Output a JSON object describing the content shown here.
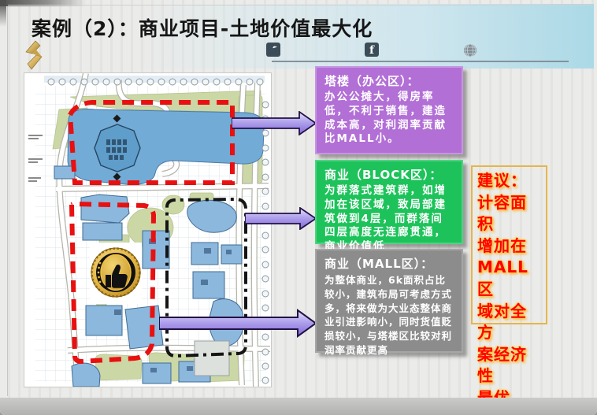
{
  "slide": {
    "title": "案例（2）：商业项目-土地价值最大化"
  },
  "header": {
    "facebook_glyph": "f",
    "icon_names": [
      "twitter-icon",
      "facebook-icon",
      "globe-icon"
    ],
    "divider_color": "#84929c"
  },
  "annotation_boxes": [
    {
      "id": "tower",
      "title": "塔楼（办公区）：",
      "body": "办公公摊大，得房率低，不利于销售，建造成本高，对利润率贡献比MALL小。",
      "bg_color": "#b26fd6"
    },
    {
      "id": "block",
      "title": "商业（BLOCK区）：",
      "body": "为群落式建筑群，如增加在该区域，致局部建筑做到4层，而群落间四层高度无连廊贯通，商业价值低",
      "bg_color": "#1dc35a"
    },
    {
      "id": "mall",
      "title": "商业（MALL区）：",
      "body": "为整体商业，6k面积占比较小，建筑布局可考虑方式多，将来做为大业态整体商业引进影响小，同时货值贬损较小，与塔楼区比较对利润率贡献更高",
      "bg_color": "#8c8c8c"
    }
  ],
  "suggestion": {
    "text": "建议：\n计容面积\n增加在\nMALL区\n域对全方\n案经济性\n最优",
    "text_color": "#ff0000",
    "border_color": "#e6b54c"
  },
  "site_plan": {
    "badge": "gold-thumbs-up-medal",
    "red_boundary_color": "#e81010",
    "black_boundary_color": "#151515",
    "water_color": "#72abd6",
    "green_color": "#ccd7a6",
    "building_color": "#8db8dd"
  },
  "arrows": {
    "fill_top": "#e6e2fa",
    "fill_mid": "#b0a2ec",
    "fill_bottom": "#8268d8",
    "outline": "#221144"
  }
}
